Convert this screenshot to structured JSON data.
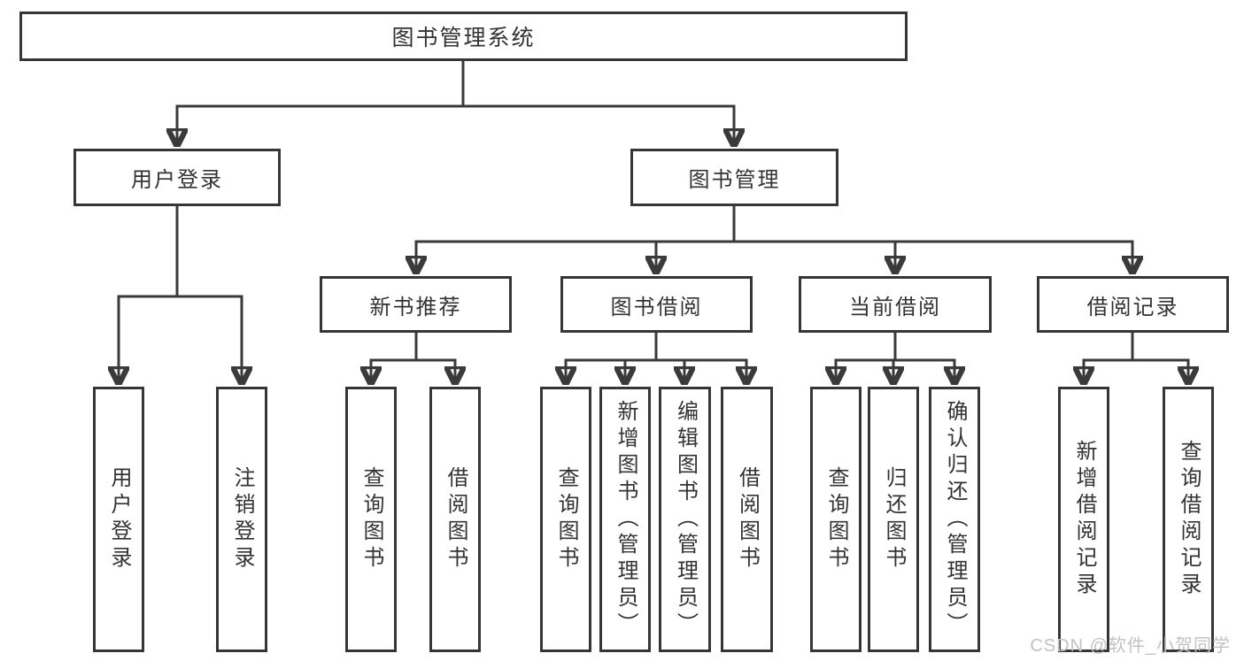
{
  "colors": {
    "line": "#3a3a3a",
    "border": "#363636",
    "text": "#333333",
    "background": "#ffffff",
    "watermark": "#c2c2c2"
  },
  "watermark": {
    "text": "CSDN @软件_小贺同学"
  },
  "tree": {
    "root": {
      "label": "图书管理系统",
      "children": [
        {
          "label": "用户登录",
          "children": [
            {
              "label": "用户登录"
            },
            {
              "label": "注销登录"
            }
          ]
        },
        {
          "label": "图书管理",
          "children": [
            {
              "label": "新书推荐",
              "children": [
                {
                  "label": "查询图书"
                },
                {
                  "label": "借阅图书"
                }
              ]
            },
            {
              "label": "图书借阅",
              "children": [
                {
                  "label": "查询图书"
                },
                {
                  "label": "新增图书（管理员）"
                },
                {
                  "label": "编辑图书（管理员）"
                },
                {
                  "label": "借阅图书"
                }
              ]
            },
            {
              "label": "当前借阅",
              "children": [
                {
                  "label": "查询图书"
                },
                {
                  "label": "归还图书"
                },
                {
                  "label": "确认归还（管理员）"
                }
              ]
            },
            {
              "label": "借阅记录",
              "children": [
                {
                  "label": "新增借阅记录"
                },
                {
                  "label": "查询借阅记录"
                }
              ]
            }
          ]
        }
      ]
    }
  }
}
